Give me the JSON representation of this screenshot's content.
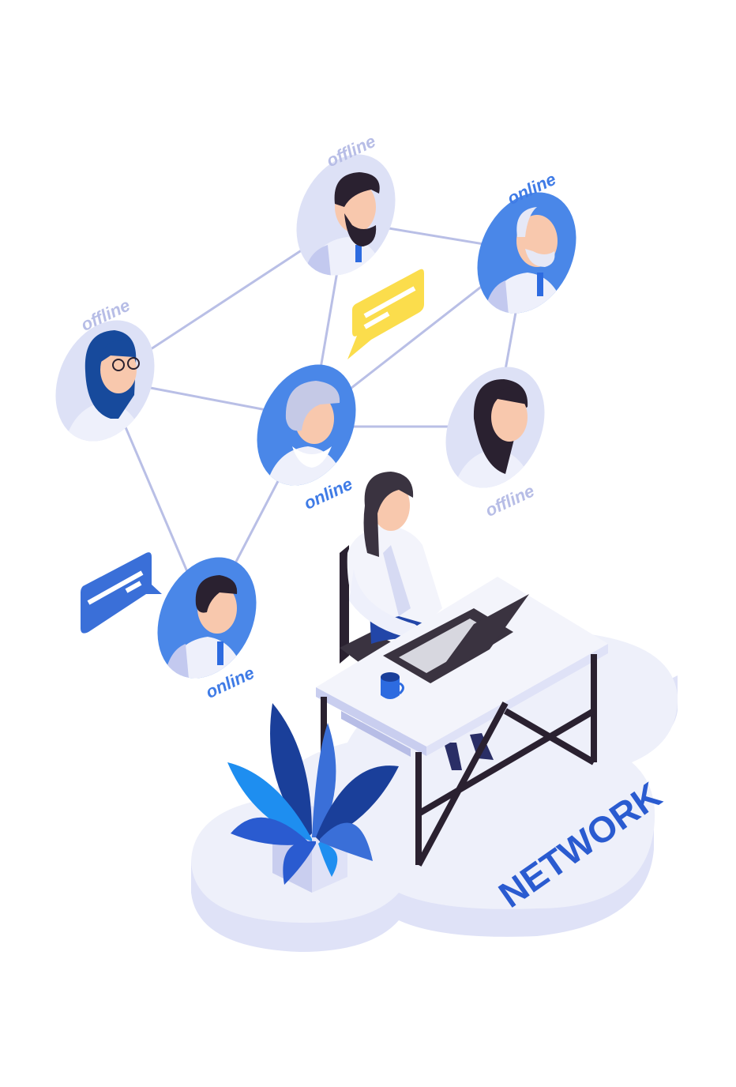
{
  "colors": {
    "online": "#3f7be6",
    "offline": "#b7bde6",
    "avatar_online_bg": "#4a87e8",
    "avatar_offline_bg": "#dde1f6",
    "link": "#b9bfe6",
    "platform_top": "#eef0fa",
    "platform_side": "#d6daf3",
    "network_text": "#2a5bd0",
    "bubble_yellow": "#fbdd4c",
    "bubble_blue": "#3a6fd8"
  },
  "contacts": [
    {
      "id": "top",
      "status": "offline"
    },
    {
      "id": "top-right",
      "status": "online"
    },
    {
      "id": "left",
      "status": "offline"
    },
    {
      "id": "center",
      "status": "online"
    },
    {
      "id": "right",
      "status": "offline"
    },
    {
      "id": "bottom-left",
      "status": "online"
    }
  ],
  "platform_label": "NETWORK"
}
